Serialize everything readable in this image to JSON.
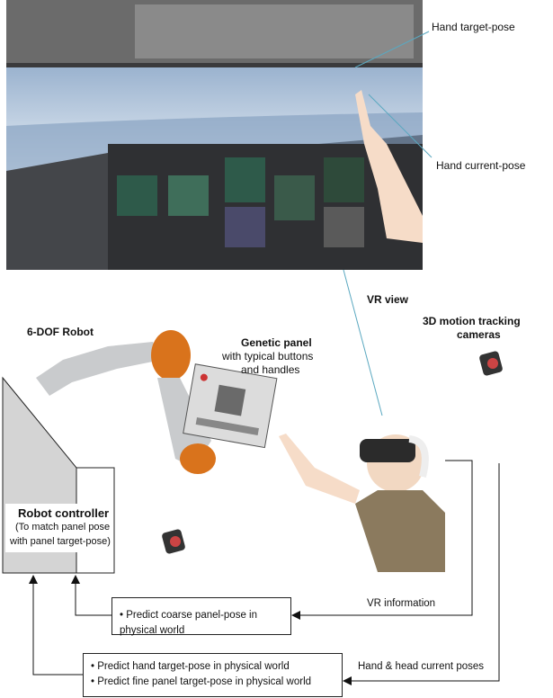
{
  "labels": {
    "hand_target_pose": "Hand target-pose",
    "hand_current_pose": "Hand current-pose",
    "vr_view": "VR view",
    "robot": "6-DOF Robot",
    "panel_title": "Genetic panel",
    "panel_sub1": "with typical buttons",
    "panel_sub2": "and handles",
    "cameras_1": "3D motion tracking",
    "cameras_2": "cameras",
    "controller_title": "Robot controller",
    "controller_sub1": "(To match panel pose",
    "controller_sub2": "with panel target-pose)",
    "vr_information": "VR information",
    "hand_head_poses": "Hand & head current poses"
  },
  "boxes": {
    "coarse": [
      "Predict coarse panel-pose in physical world"
    ],
    "fine": [
      "Predict hand target-pose in physical world",
      "Predict fine panel target-pose in physical world"
    ]
  },
  "colors": {
    "robot_orange": "#d9731c",
    "controller_gray": "#d4d4d4",
    "skin": "#f6dcc8"
  }
}
